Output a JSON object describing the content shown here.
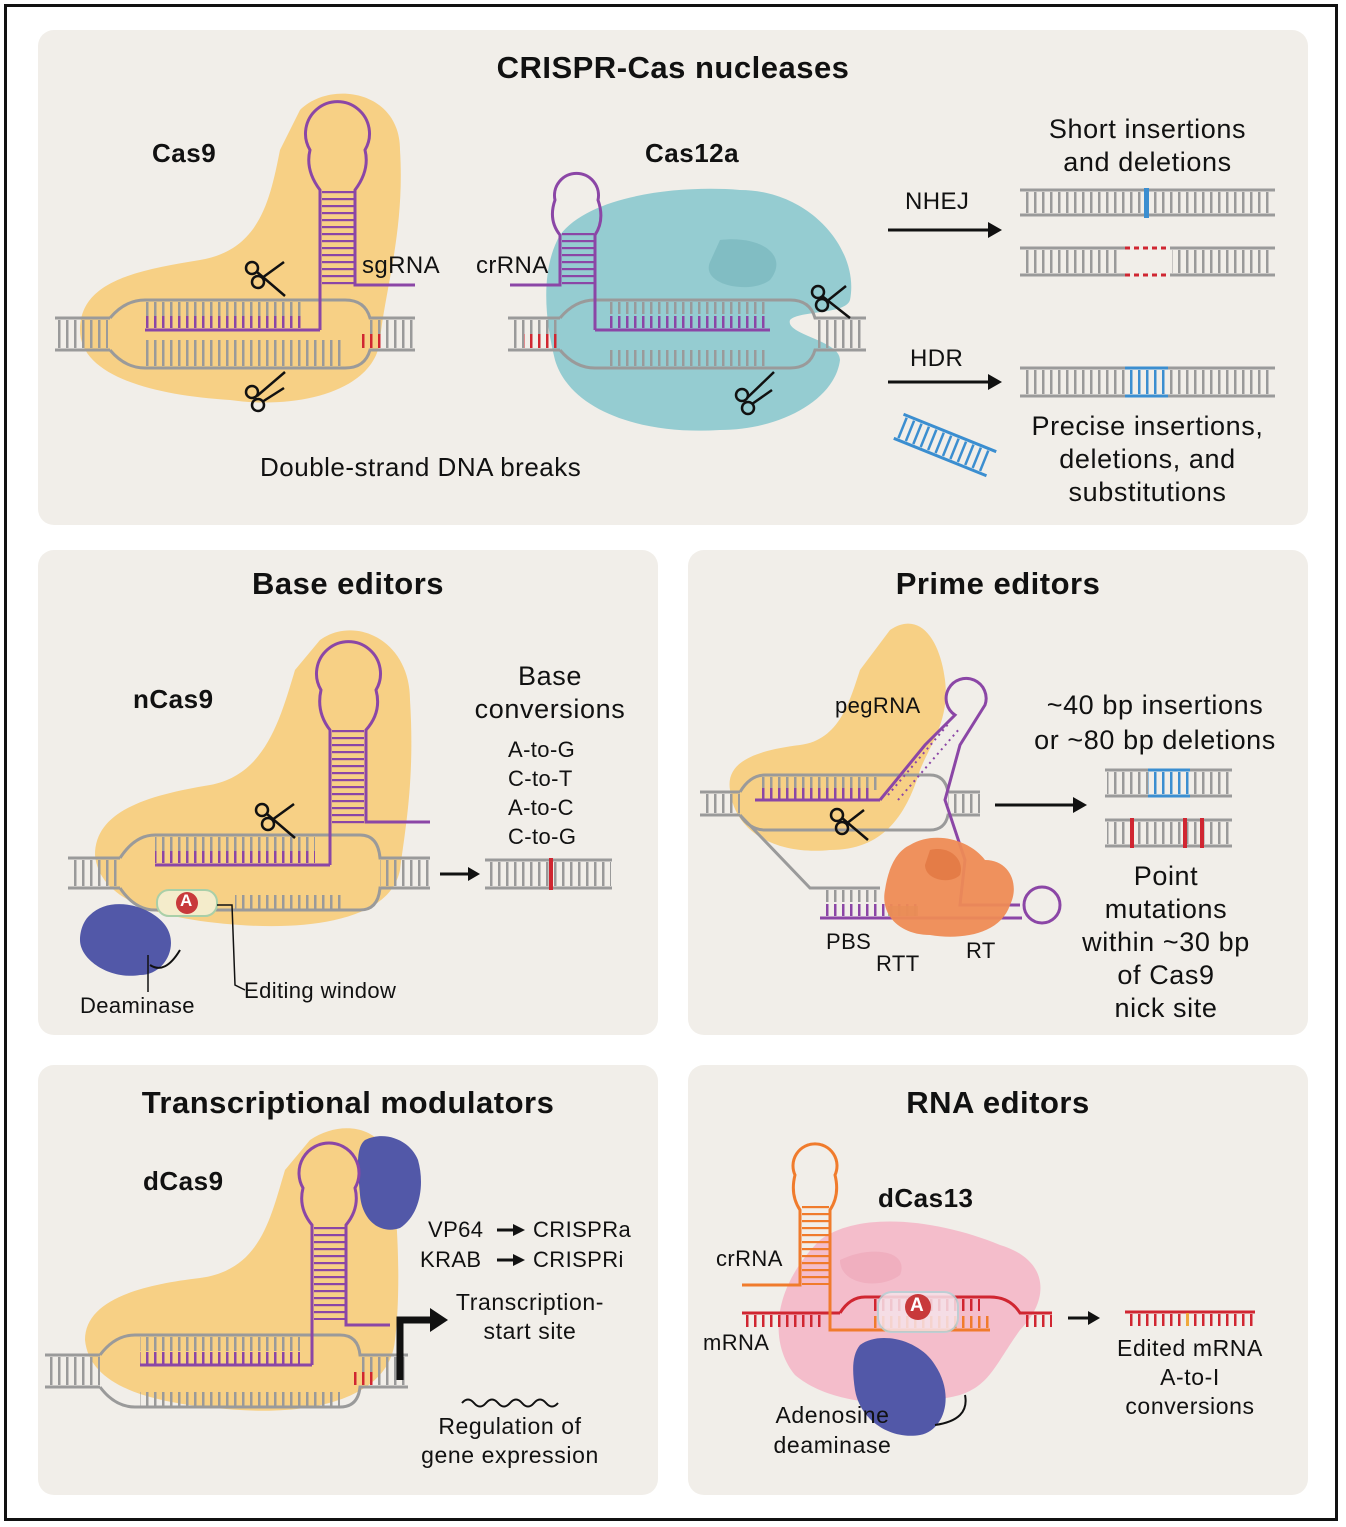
{
  "panels": {
    "nucleases": {
      "title": "CRISPR-Cas nucleases",
      "cas9": "Cas9",
      "cas12a": "Cas12a",
      "sgrna": "sgRNA",
      "crrna": "crRNA",
      "dsb": "Double-strand DNA breaks",
      "nhej": "NHEJ",
      "hdr": "HDR",
      "indels_line1": "Short insertions",
      "indels_line2": "and deletions",
      "precise_line1": "Precise insertions,",
      "precise_line2": "deletions, and",
      "precise_line3": "substitutions"
    },
    "base": {
      "title": "Base editors",
      "protein": "nCas9",
      "conv_line1": "Base",
      "conv_line2": "conversions",
      "conversions": [
        "A-to-G",
        "C-to-T",
        "A-to-C",
        "C-to-G"
      ],
      "deaminase": "Deaminase",
      "window": "Editing window",
      "base_letter": "A"
    },
    "prime": {
      "title": "Prime editors",
      "pegrna": "pegRNA",
      "out_line1": "~40 bp insertions",
      "out_line2": "or ~80 bp deletions",
      "pbs": "PBS",
      "rtt": "RTT",
      "rt": "RT",
      "point_line1": "Point",
      "point_line2": "mutations",
      "point_line3": "within ~30 bp",
      "point_line4": "of Cas9",
      "point_line5": "nick site"
    },
    "transcription": {
      "title": "Transcriptional modulators",
      "protein": "dCas9",
      "vp64": "VP64",
      "crispra": "CRISPRa",
      "krab": "KRAB",
      "crispri": "CRISPRi",
      "tss_line1": "Transcription-",
      "tss_line2": "start site",
      "reg_line1": "Regulation of",
      "reg_line2": "gene expression"
    },
    "rna": {
      "title": "RNA editors",
      "protein": "dCas13",
      "crrna": "crRNA",
      "mrna": "mRNA",
      "adenosine_line1": "Adenosine",
      "adenosine_line2": "deaminase",
      "edited_line1": "Edited mRNA",
      "edited_line2": "A-to-I",
      "edited_line3": "conversions",
      "base_letter": "A"
    }
  },
  "colors": {
    "panel_bg": "#f1eee9",
    "protein_cas9": "#f7cd7f",
    "protein_cas12a": "#8fc9d0",
    "protein_cas13": "#f3b9c9",
    "rna": "#8b46a6",
    "dna": "#9a9a9a",
    "pam": "#d02631",
    "donor": "#3b8ed0",
    "rt": "#ee8b55",
    "deaminase": "#5258a8",
    "crrna13": "#f07b2c"
  }
}
